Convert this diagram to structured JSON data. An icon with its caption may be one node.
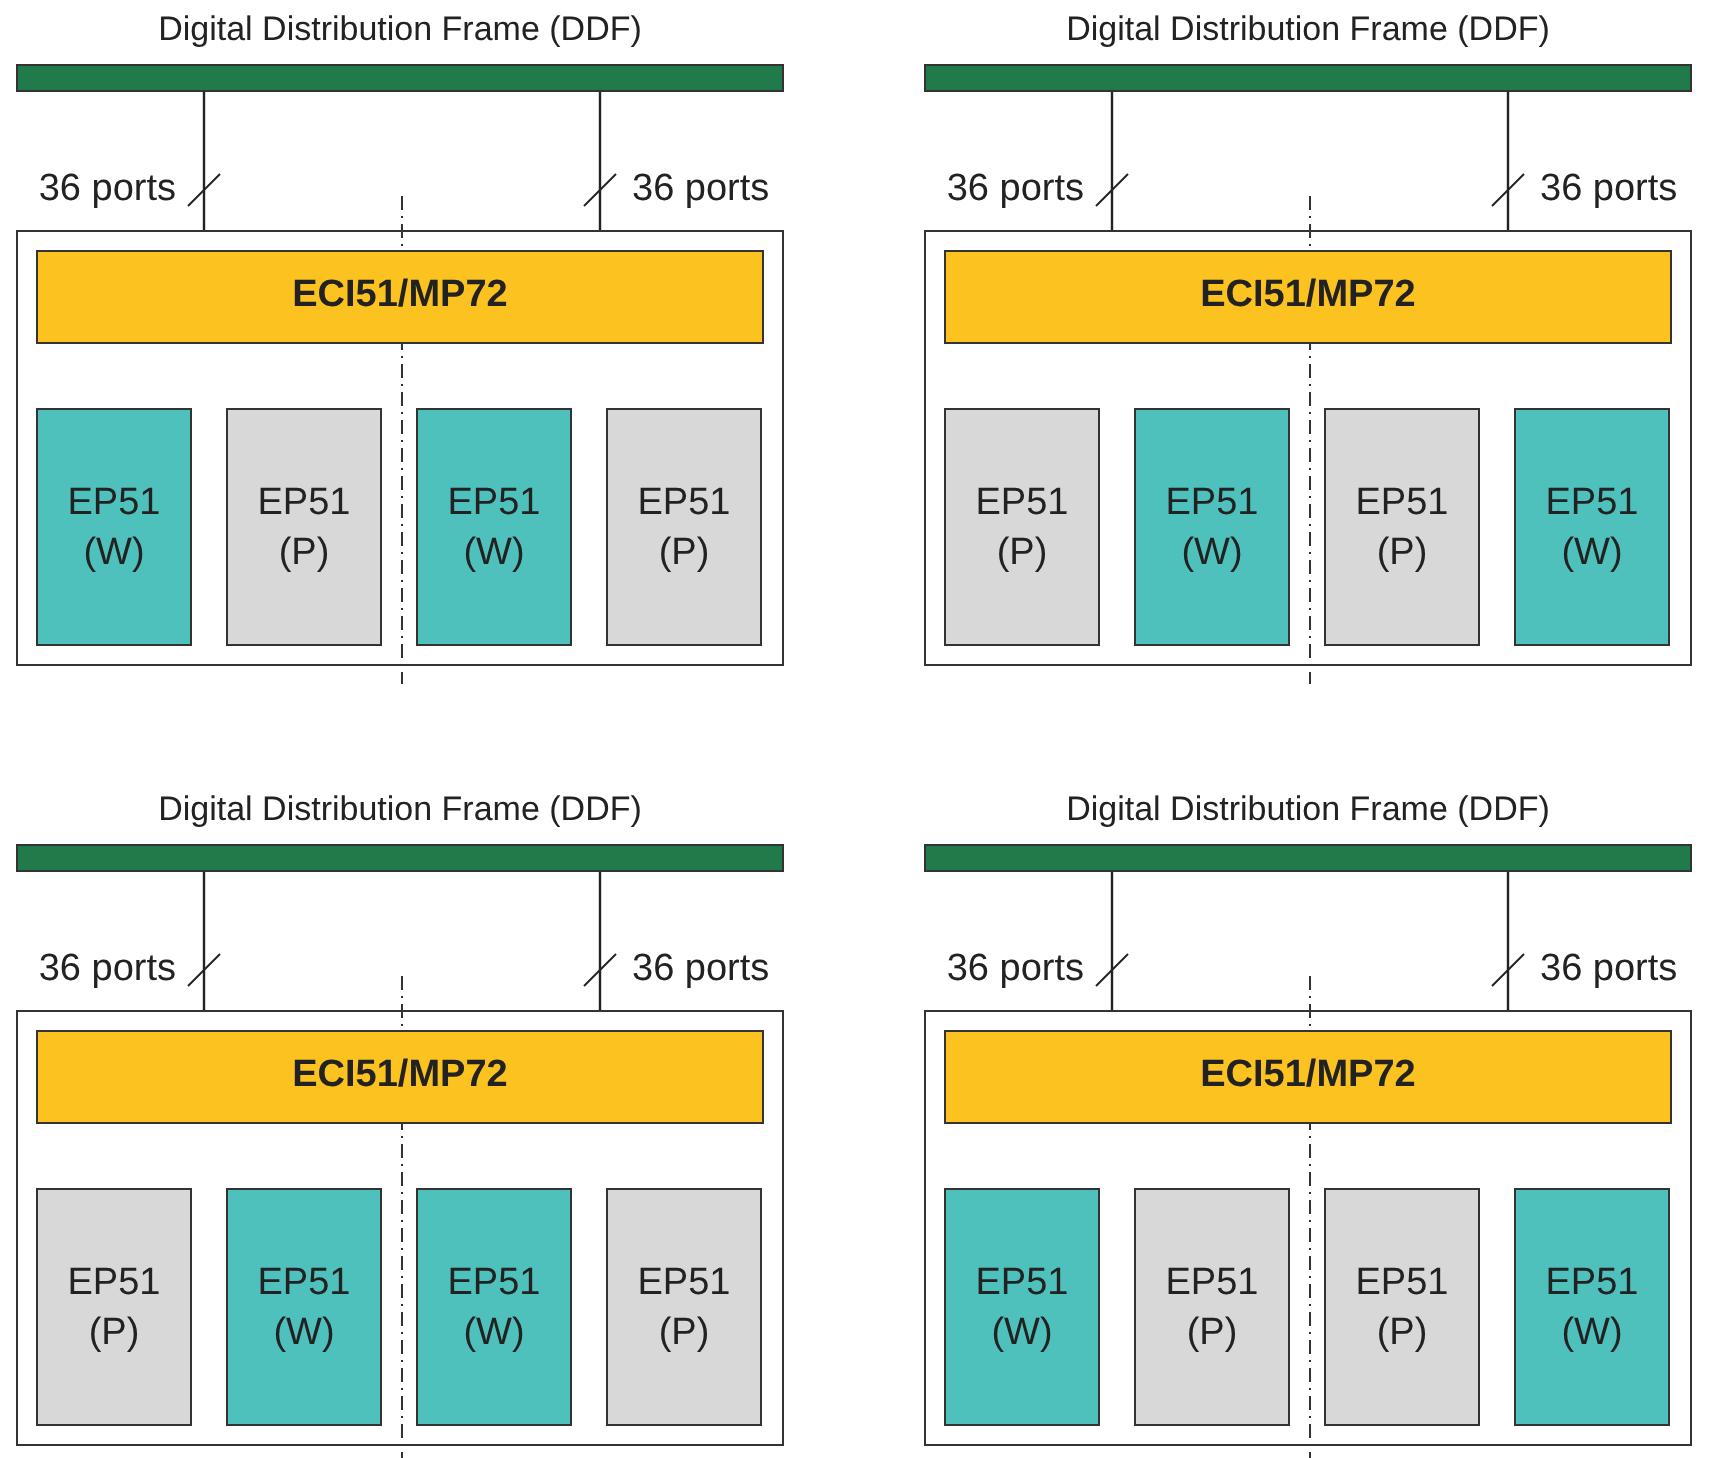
{
  "diagram": {
    "nodes": [
      {
        "text": [
          "Digital Distribution Frame (DDF)"
        ]
      },
      {
        "text": [],
        "shape": "box"
      },
      {
        "text": [
          "ECI51/MP72"
        ],
        "in": 1
      },
      {
        "text": [
          "EP51 (W)"
        ],
        "in": 1
      },
      {
        "text": [
          "EP51 (P)"
        ],
        "in": 1
      },
      {
        "text": [
          "EP51 (W)"
        ],
        "in": 1
      },
      {
        "text": [
          "EP51 (P)"
        ],
        "in": 1
      },
      {
        "text": [
          "Digital Distribution Frame (DDF)"
        ]
      },
      {
        "text": [],
        "shape": "box"
      },
      {
        "text": [
          "ECI51/MP72"
        ],
        "in": 8
      },
      {
        "text": [
          "EP51 (P)"
        ],
        "in": 8
      },
      {
        "text": [
          "EP51 (W)"
        ],
        "in": 8
      },
      {
        "text": [
          "EP51 (P)"
        ],
        "in": 8
      },
      {
        "text": [
          "EP51 (W)"
        ],
        "in": 8
      },
      {
        "text": [
          "Digital Distribution Frame (DDF)"
        ]
      },
      {
        "text": [],
        "shape": "box"
      },
      {
        "text": [
          "ECI51/MP72"
        ],
        "in": 15
      },
      {
        "text": [
          "EP51 (P)"
        ],
        "in": 15
      },
      {
        "text": [
          "EP51 (W)"
        ],
        "in": 15
      },
      {
        "text": [
          "EP51 (W)"
        ],
        "in": 15
      },
      {
        "text": [
          "EP51 (P)"
        ],
        "in": 15
      },
      {
        "text": [
          "Digital Distribution Frame (DDF)"
        ]
      },
      {
        "text": [],
        "shape": "box"
      },
      {
        "text": [
          "ECI51/MP72"
        ],
        "in": 22
      },
      {
        "text": [
          "EP51 (W)"
        ],
        "in": 22
      },
      {
        "text": [
          "EP51 (P)"
        ],
        "in": 22
      },
      {
        "text": [
          "EP51 (P)"
        ],
        "in": 22
      },
      {
        "text": [
          "EP51 (W)"
        ],
        "in": 22
      }
    ],
    "edges": [
      {
        "from": 0,
        "to": 1,
        "arrow": "none",
        "label": "36 ports"
      },
      {
        "from": 0,
        "to": 1,
        "arrow": "none",
        "label": "36 ports"
      },
      {
        "from": 7,
        "to": 8,
        "arrow": "none",
        "label": "36 ports"
      },
      {
        "from": 7,
        "to": 8,
        "arrow": "none",
        "label": "36 ports"
      },
      {
        "from": 14,
        "to": 15,
        "arrow": "none",
        "label": "36 ports"
      },
      {
        "from": 14,
        "to": 15,
        "arrow": "none",
        "label": "36 ports"
      },
      {
        "from": 21,
        "to": 22,
        "arrow": "none",
        "label": "36 ports"
      },
      {
        "from": 21,
        "to": 22,
        "arrow": "none",
        "label": "36 ports"
      }
    ]
  }
}
